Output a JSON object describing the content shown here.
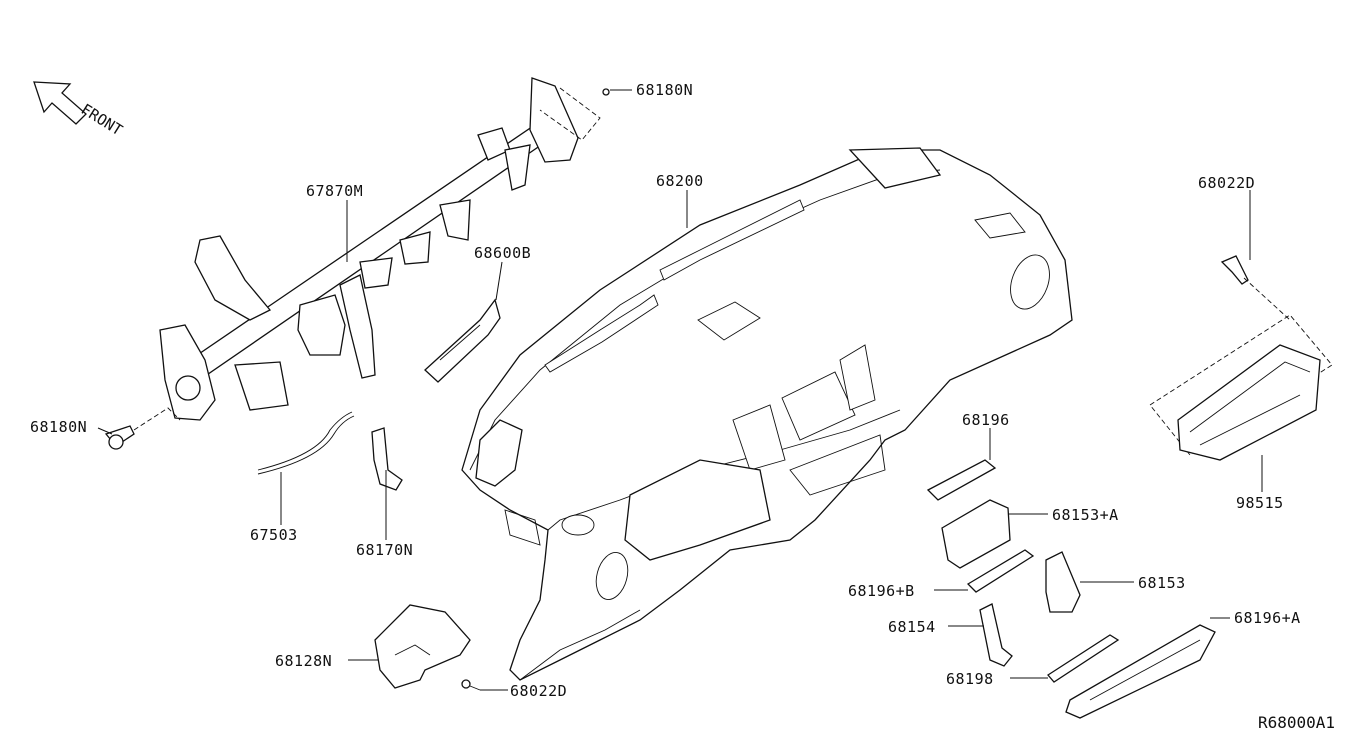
{
  "front_label": "FRONT",
  "diagram_code": "R68000A1",
  "callouts": {
    "p68180N_top": "68180N",
    "p67870M": "67870M",
    "p68600B": "68600B",
    "p68200": "68200",
    "p68022D_top": "68022D",
    "p68180N_left": "68180N",
    "p67503": "67503",
    "p68170N": "68170N",
    "p68196": "68196",
    "p68153A": "68153+A",
    "p98515": "98515",
    "p68196B": "68196+B",
    "p68153": "68153",
    "p68154": "68154",
    "p68196A": "68196+A",
    "p68128N": "68128N",
    "p68022D_bottom": "68022D",
    "p68198": "68198"
  }
}
